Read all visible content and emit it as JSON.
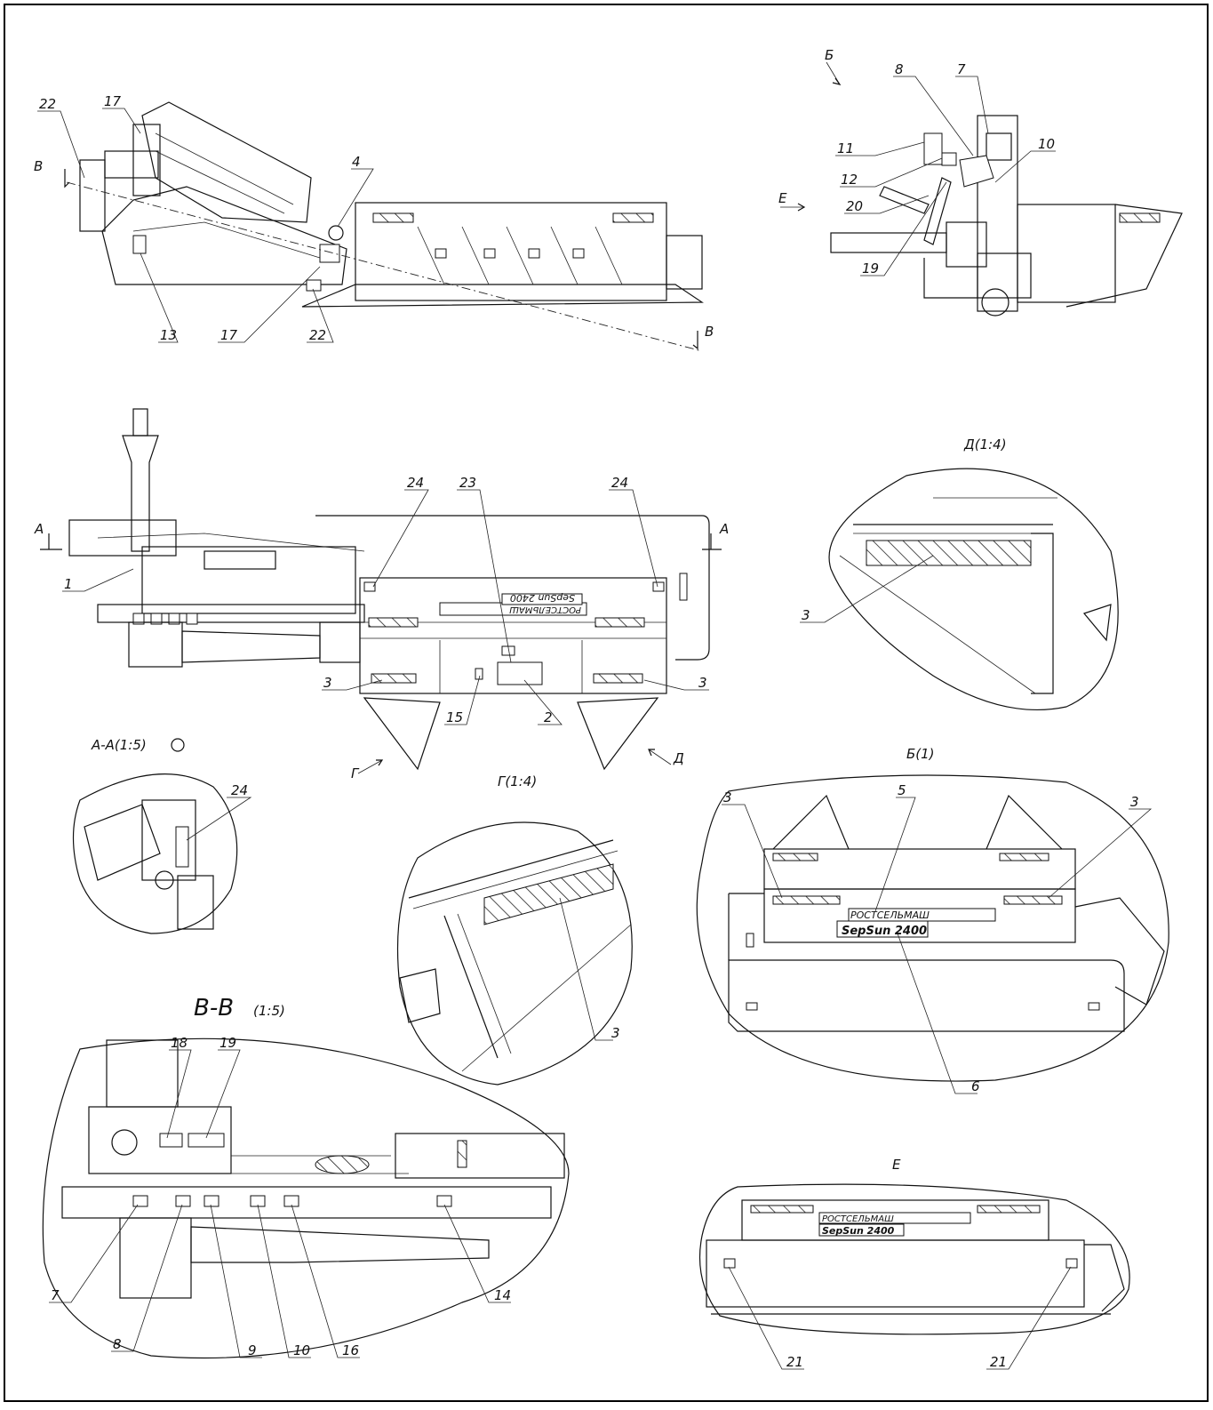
{
  "views": {
    "top": {
      "section_mark_left": "В",
      "section_mark_right": "В"
    },
    "rear": {
      "arrow_b": "Б",
      "arrow_e": "Е"
    },
    "plan": {
      "section_left": "А",
      "section_right": "А",
      "arrow_g": "Г",
      "arrow_d": "Д",
      "brand_text": "РОСТСЕЛЬМАШ",
      "model_text": "SepSun 2400"
    },
    "detail_d": {
      "title": "Д(1:4)"
    },
    "detail_aa": {
      "title": "А-А(1:5)"
    },
    "detail_g": {
      "title": "Г(1:4)"
    },
    "detail_b": {
      "title": "Б(1)",
      "brand_text": "РОСТСЕЛЬМАШ",
      "model_text": "SepSun 2400"
    },
    "detail_vv": {
      "title": "В-В",
      "scale": "(1:5)"
    },
    "detail_e": {
      "title": "Е",
      "brand_text": "РОСТСЕЛЬМАШ",
      "model_text": "SepSun 2400"
    }
  },
  "callouts": {
    "c22a": "22",
    "c17a": "17",
    "c4": "4",
    "c13": "13",
    "c17b": "17",
    "c22b": "22",
    "c7a": "7",
    "c8a": "8",
    "c11": "11",
    "c12": "12",
    "c10a": "10",
    "c20": "20",
    "c19a": "19",
    "c1": "1",
    "c24a": "24",
    "c23": "23",
    "c24b": "24",
    "c3a": "3",
    "c15": "15",
    "c2": "2",
    "c3b": "3",
    "c3d": "3",
    "c24c": "24",
    "c3g": "3",
    "c3b1": "3",
    "c5": "5",
    "c3b2": "3",
    "c6": "6",
    "c18": "18",
    "c19b": "19",
    "c7b": "7",
    "c8b": "8",
    "c9": "9",
    "c10b": "10",
    "c16": "16",
    "c14": "14",
    "c21a": "21",
    "c21b": "21"
  }
}
